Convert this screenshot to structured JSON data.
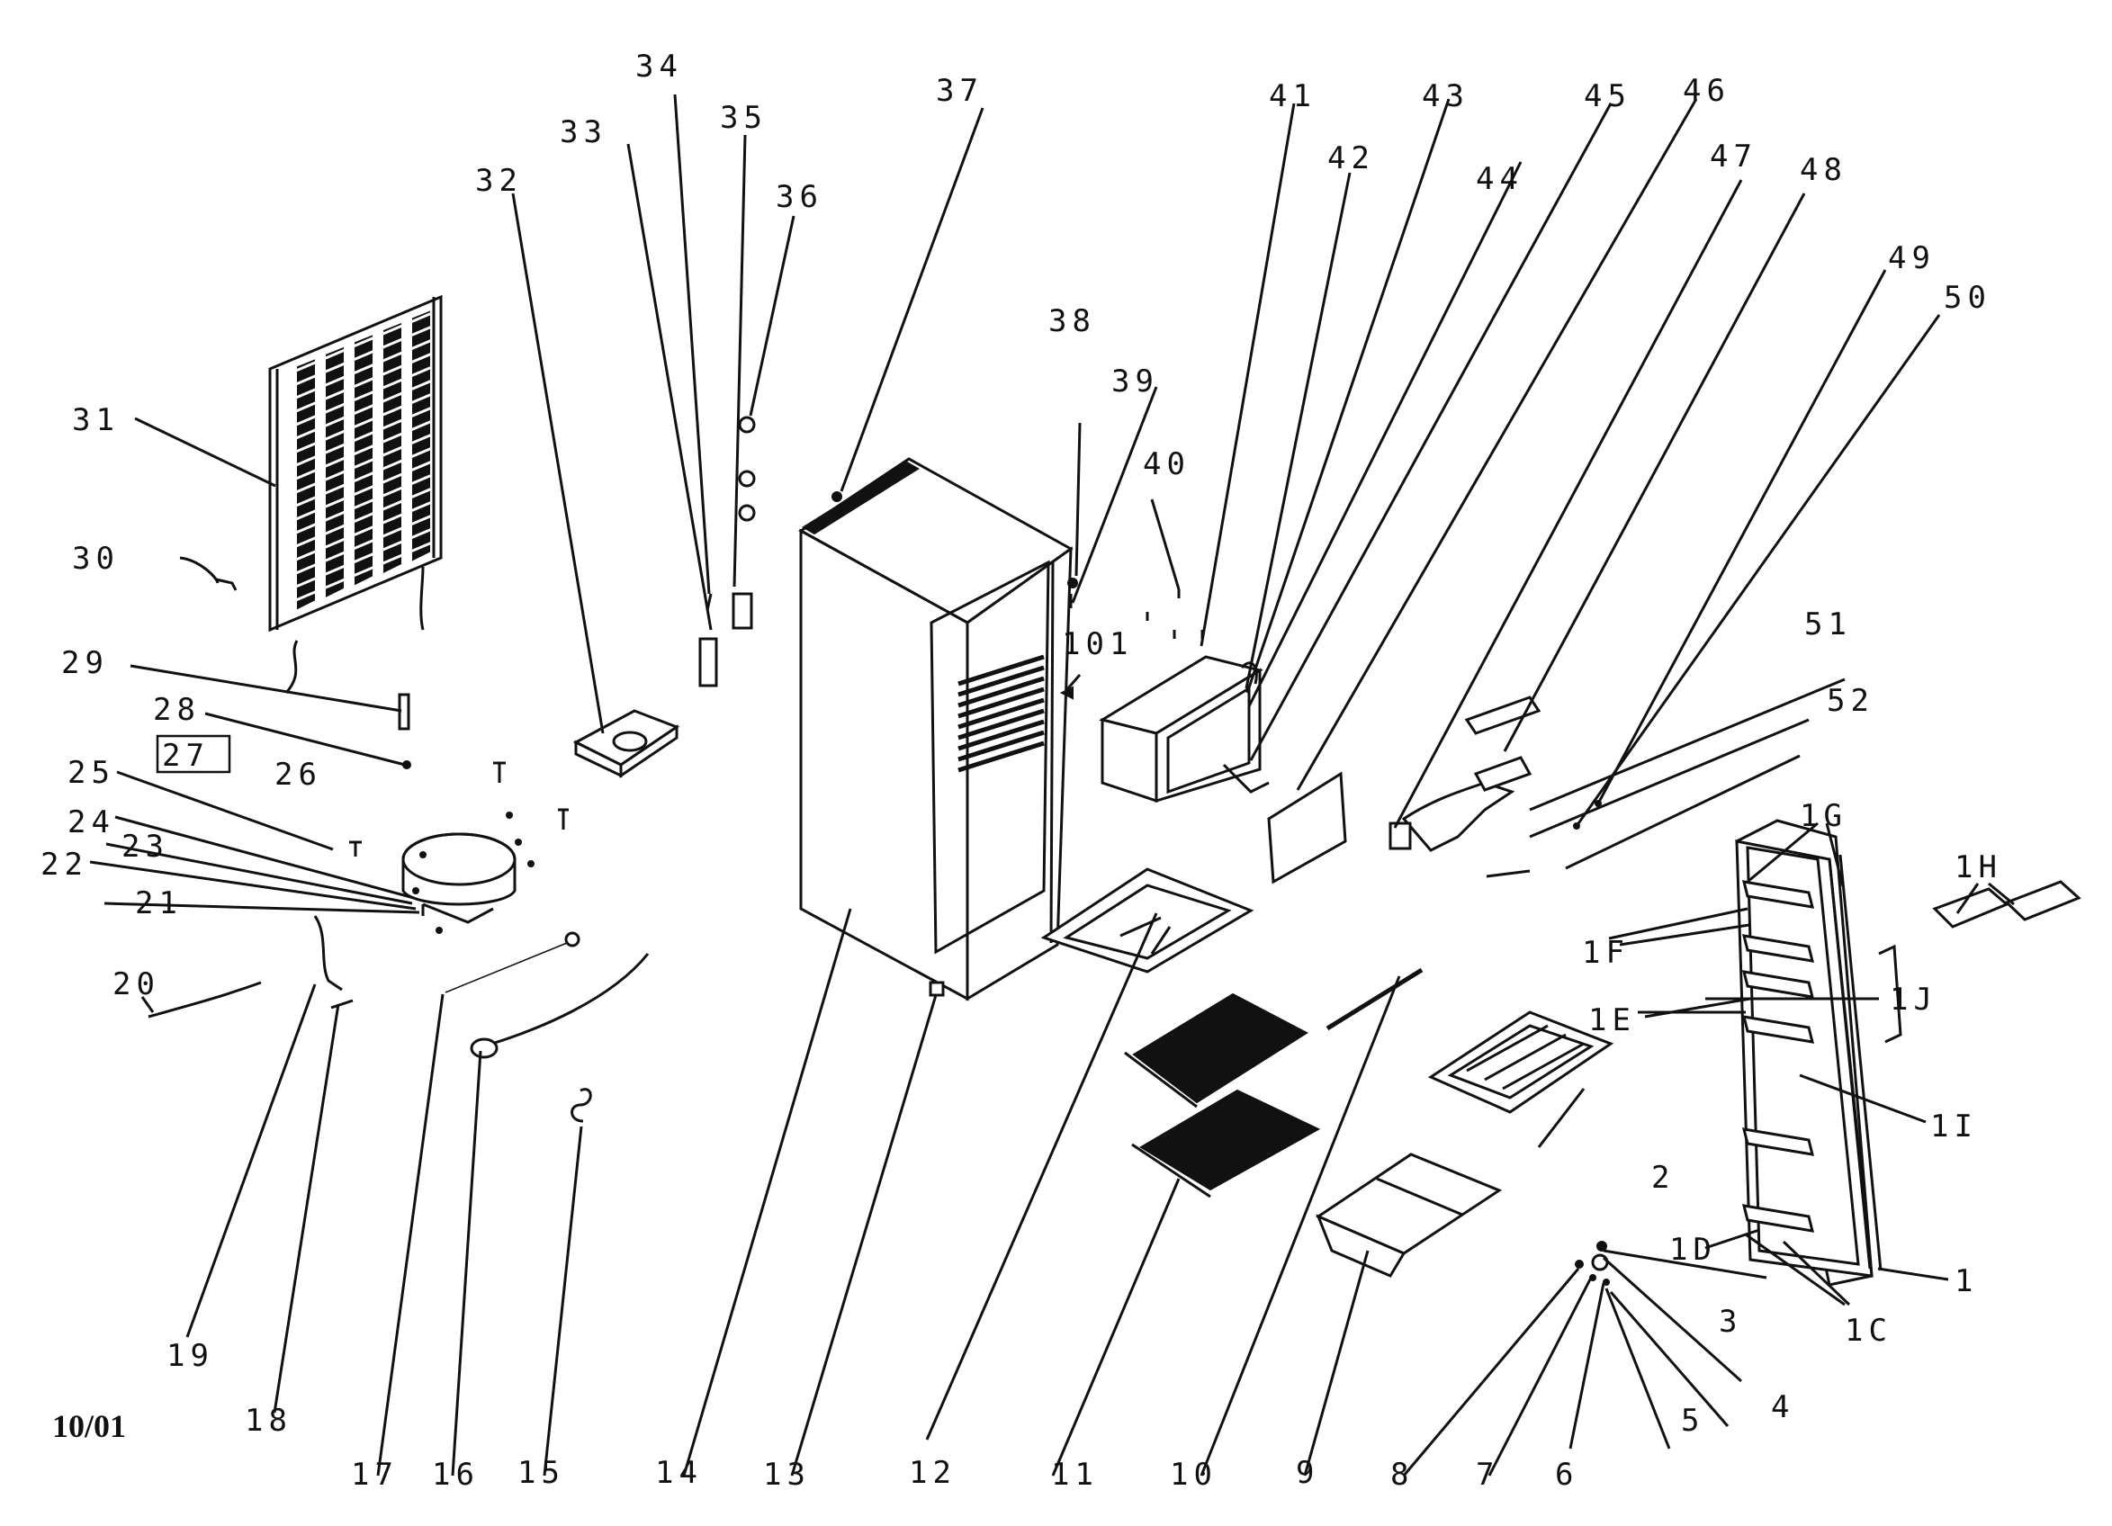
{
  "diagram": {
    "date_code": "10/01",
    "labels": {
      "p1": "1",
      "p1C": "1C",
      "p1D": "1D",
      "p1E": "1E",
      "p1F": "1F",
      "p1G": "1G",
      "p1H": "1H",
      "p1I": "1I",
      "p1J": "1J",
      "p2": "2",
      "p3": "3",
      "p4": "4",
      "p5": "5",
      "p6": "6",
      "p7": "7",
      "p8": "8",
      "p9": "9",
      "p10": "10",
      "p11": "11",
      "p12": "12",
      "p13": "13",
      "p14": "14",
      "p15": "15",
      "p16": "16",
      "p17": "17",
      "p18": "18",
      "p19": "19",
      "p20": "20",
      "p21": "21",
      "p22": "22",
      "p23": "23",
      "p24": "24",
      "p25": "25",
      "p26": "26",
      "p27": "27",
      "p28": "28",
      "p29": "29",
      "p30": "30",
      "p31": "31",
      "p32": "32",
      "p33": "33",
      "p34": "34",
      "p35": "35",
      "p36": "36",
      "p37": "37",
      "p38": "38",
      "p39": "39",
      "p40": "40",
      "p41": "41",
      "p42": "42",
      "p43": "43",
      "p44": "44",
      "p45": "45",
      "p46": "46",
      "p47": "47",
      "p48": "48",
      "p49": "49",
      "p50": "50",
      "p51": "51",
      "p52": "52",
      "p101": "101"
    }
  }
}
